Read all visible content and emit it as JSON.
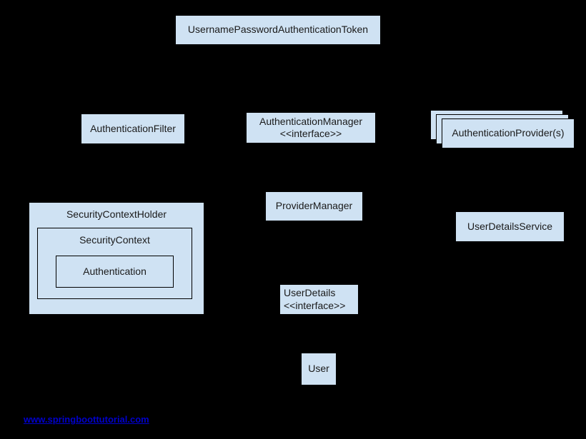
{
  "page": {
    "background": "#000000"
  },
  "palette": {
    "node_fill": "#cfe2f3",
    "node_border": "#000000",
    "node_text": "#1a1a1a",
    "link_color": "#0000cc"
  },
  "diagram": {
    "type": "uml-architecture",
    "topic": "Spring Security authentication flow",
    "nodes": {
      "token": {
        "label": "UsernamePasswordAuthenticationToken"
      },
      "authentication_filter": {
        "label": "AuthenticationFilter"
      },
      "authentication_manager": {
        "label": "AuthenticationManager",
        "stereotype": "<<interface>>"
      },
      "authentication_providers": {
        "label": "AuthenticationProvider(s)",
        "stacked_copies": 3
      },
      "provider_manager": {
        "label": "ProviderManager"
      },
      "user_details_service": {
        "label": "UserDetailsService"
      },
      "security_context_holder": {
        "label": "SecurityContextHolder"
      },
      "security_context": {
        "label": "SecurityContext"
      },
      "authentication": {
        "label": "Authentication"
      },
      "user_details": {
        "label": "UserDetails",
        "stereotype": "<<interface>>"
      },
      "user": {
        "label": "User"
      }
    }
  },
  "footer": {
    "link_text": "www.springboottutorial.com"
  }
}
